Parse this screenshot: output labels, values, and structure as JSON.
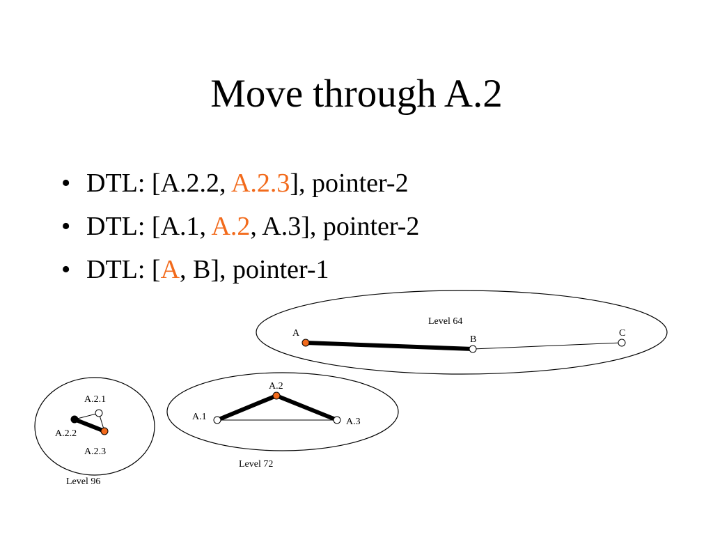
{
  "slide": {
    "title": "Move through A.2"
  },
  "bullets": [
    {
      "marker": "•",
      "pre": "DTL: [A.2.2, ",
      "highlight": "A.2.3",
      "post": "], pointer-2"
    },
    {
      "marker": "•",
      "pre": "DTL: [A.1, ",
      "highlight": "A.2",
      "post": ", A.3], pointer-2"
    },
    {
      "marker": "•",
      "pre": "DTL: [",
      "highlight": "A",
      "post": ", B], pointer-1"
    }
  ],
  "colors": {
    "highlight": "#f26a1b",
    "node_fill": "#ffffff",
    "active_node": "#f26a1b",
    "dark_node": "#000000"
  },
  "diagram": {
    "level64": {
      "label": "Level 64",
      "nodes": {
        "a": "A",
        "b": "B",
        "c": "C"
      }
    },
    "level72": {
      "label": "Level 72",
      "nodes": {
        "a1": "A.1",
        "a2": "A.2",
        "a3": "A.3"
      }
    },
    "level96": {
      "label": "Level 96",
      "nodes": {
        "a21": "A.2.1",
        "a22": "A.2.2",
        "a23": "A.2.3"
      }
    }
  }
}
